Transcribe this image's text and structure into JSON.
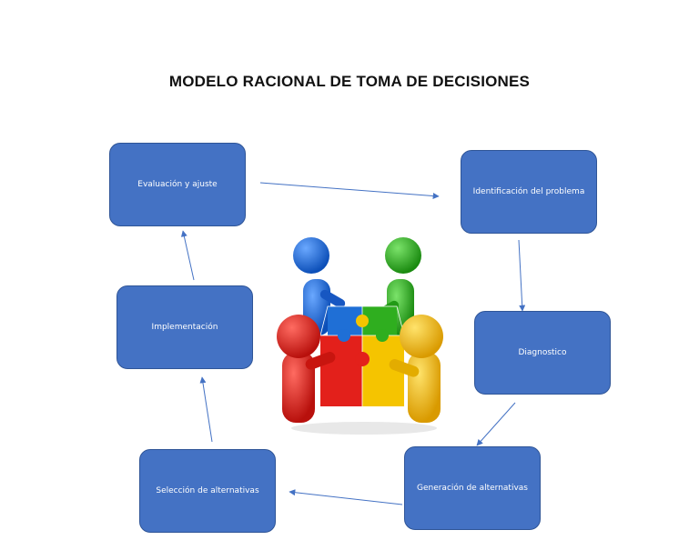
{
  "title": "MODELO RACIONAL DE TOMA DE DECISIONES",
  "colors": {
    "box_fill": "#4472c4",
    "box_border": "#2f5597",
    "arrow": "#4472c4",
    "figure_blue": "#1f6fd6",
    "figure_green": "#2fae1f",
    "figure_red": "#e3201b",
    "figure_yellow": "#f5c400"
  },
  "steps": [
    {
      "id": "identificacion",
      "label": "Identificación del problema"
    },
    {
      "id": "diagnostico",
      "label": "Diagnostico"
    },
    {
      "id": "generacion",
      "label": "Generación de alternativas"
    },
    {
      "id": "seleccion",
      "label": "Selección de alternativas"
    },
    {
      "id": "implementacion",
      "label": "Implementación"
    },
    {
      "id": "evaluacion",
      "label": "Evaluación y ajuste"
    }
  ],
  "flow": [
    [
      "evaluacion",
      "identificacion"
    ],
    [
      "identificacion",
      "diagnostico"
    ],
    [
      "diagnostico",
      "generacion"
    ],
    [
      "generacion",
      "seleccion"
    ],
    [
      "seleccion",
      "implementacion"
    ],
    [
      "implementacion",
      "evaluacion"
    ]
  ],
  "illustration": {
    "icon": "teamwork-puzzle-icon"
  }
}
